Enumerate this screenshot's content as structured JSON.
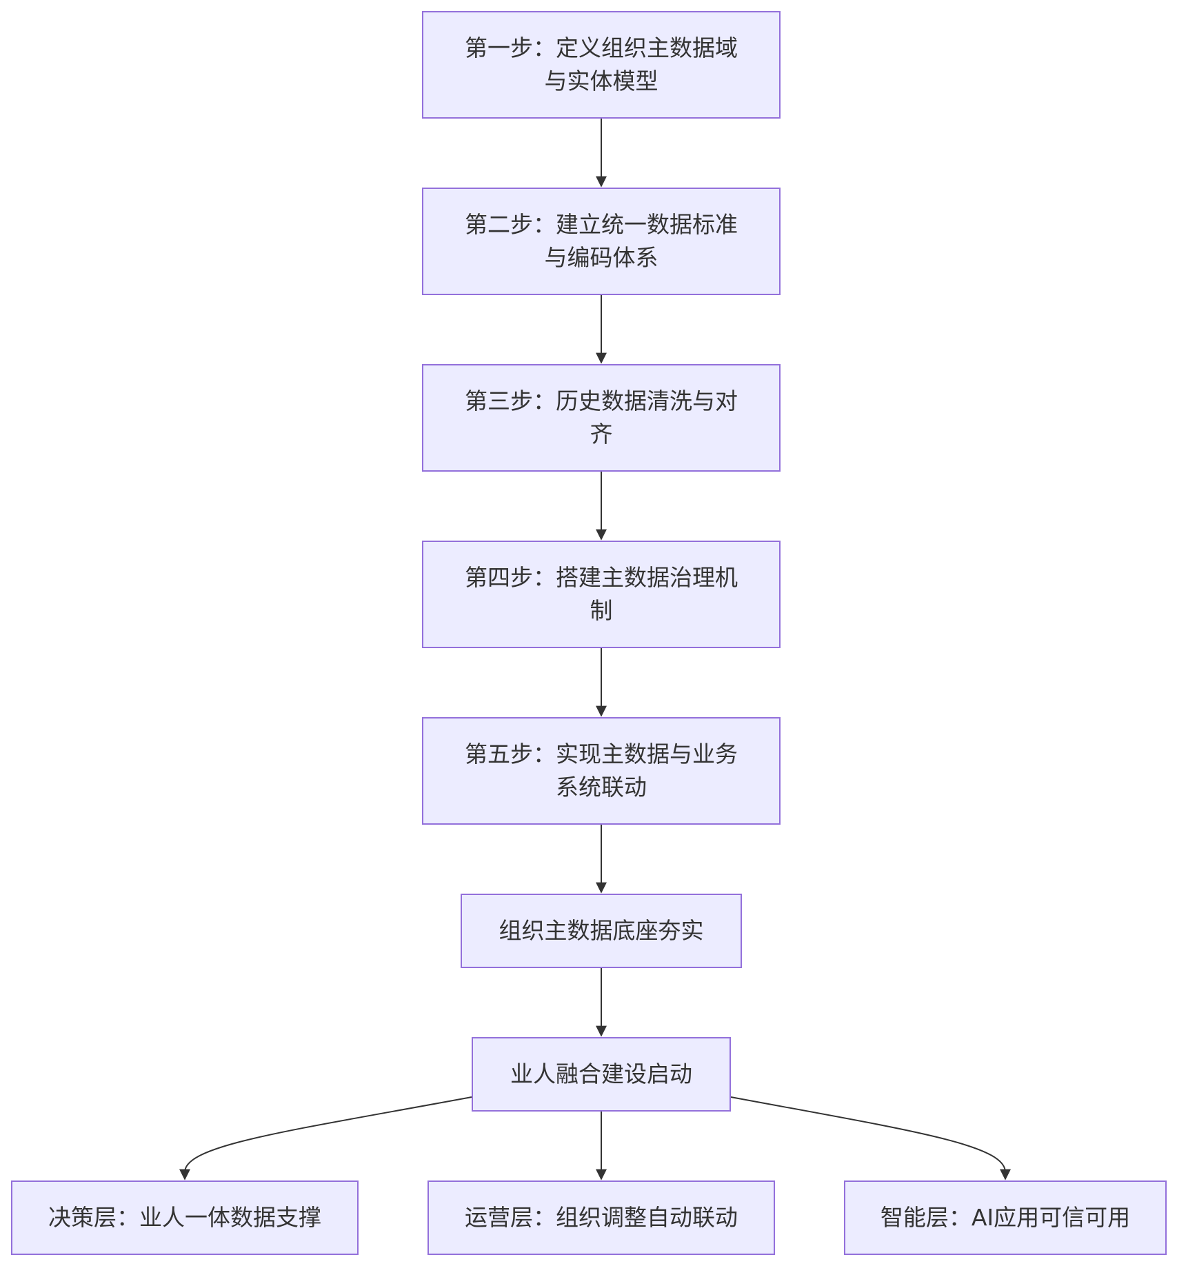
{
  "diagram": {
    "nodes": {
      "step1": "第一步：定义组织主数据域与实体模型",
      "step2": "第二步：建立统一数据标准与编码体系",
      "step3": "第三步：历史数据清洗与对齐",
      "step4": "第四步：搭建主数据治理机制",
      "step5": "第五步：实现主数据与业务系统联动",
      "foundation": "组织主数据底座夯实",
      "launch": "业人融合建设启动",
      "decision": "决策层：业人一体数据支撑",
      "operation": "运营层：组织调整自动联动",
      "intelligence": "智能层：AI应用可信可用"
    },
    "edges": [
      {
        "from": "step1",
        "to": "step2"
      },
      {
        "from": "step2",
        "to": "step3"
      },
      {
        "from": "step3",
        "to": "step4"
      },
      {
        "from": "step4",
        "to": "step5"
      },
      {
        "from": "step5",
        "to": "foundation"
      },
      {
        "from": "foundation",
        "to": "launch"
      },
      {
        "from": "launch",
        "to": "decision"
      },
      {
        "from": "launch",
        "to": "operation"
      },
      {
        "from": "launch",
        "to": "intelligence"
      }
    ],
    "colors": {
      "node_fill": "#ECECFF",
      "node_border": "#9370DB",
      "text": "#333333",
      "edge": "#333333"
    }
  }
}
